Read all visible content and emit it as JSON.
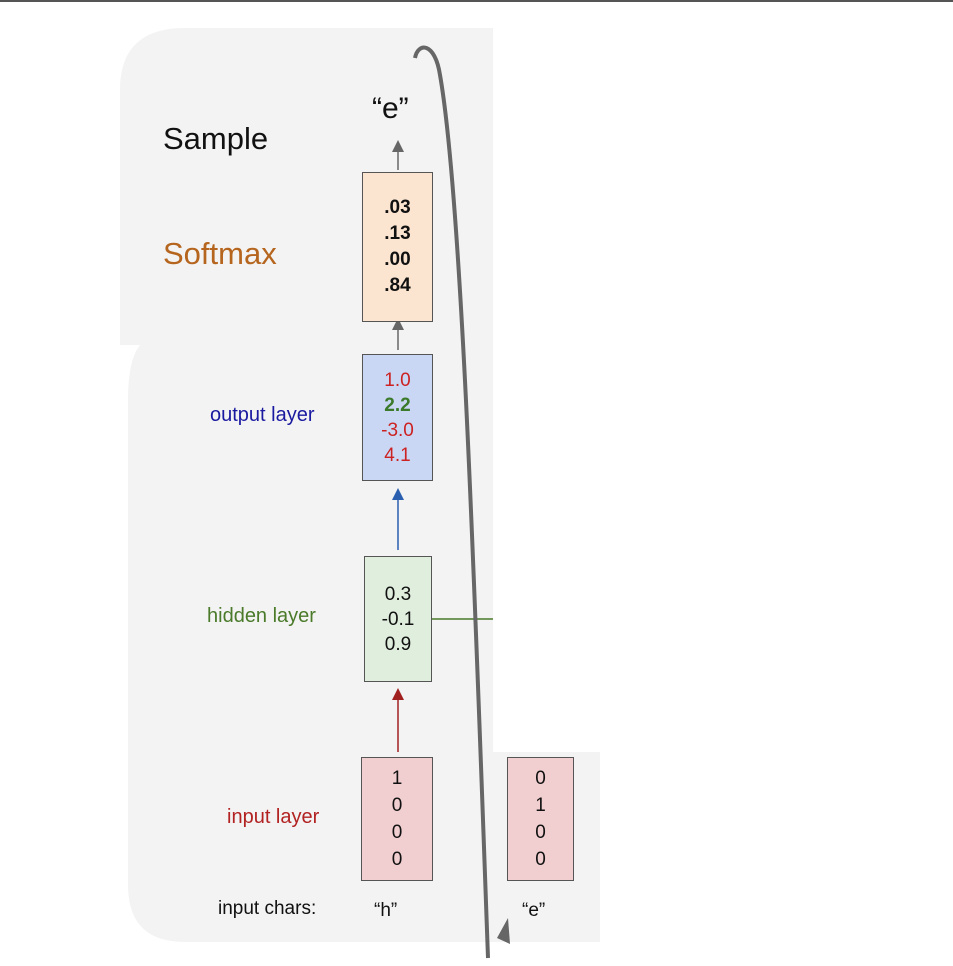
{
  "labels": {
    "sample": "Sample",
    "softmax": "Softmax",
    "output_layer": "output layer",
    "hidden_layer": "hidden layer",
    "input_layer": "input layer",
    "input_chars": "input chars:"
  },
  "sampled_output": "“e”",
  "softmax_values": [
    ".03",
    ".13",
    ".00",
    ".84"
  ],
  "output_values": [
    "1.0",
    "2.2",
    "-3.0",
    "4.1"
  ],
  "hidden_values": [
    "0.3",
    "-0.1",
    "0.9"
  ],
  "input_vectors": [
    {
      "char": "“h”",
      "values": [
        "1",
        "0",
        "0",
        "0"
      ]
    },
    {
      "char": "“e”",
      "values": [
        "0",
        "1",
        "0",
        "0"
      ]
    }
  ],
  "colors": {
    "softmax_label": "#b5651d",
    "output_label": "#1a1aa0",
    "hidden_label": "#4a7a2a",
    "input_label": "#b22222",
    "softmax_fill": "#fbe5d1",
    "output_fill": "#c9d7f5",
    "hidden_fill": "#dfeedd",
    "input_fill": "#f1cfd0",
    "panel": "#f3f3f3",
    "output_red": "#cc2222",
    "output_green": "#3a7a2a"
  }
}
